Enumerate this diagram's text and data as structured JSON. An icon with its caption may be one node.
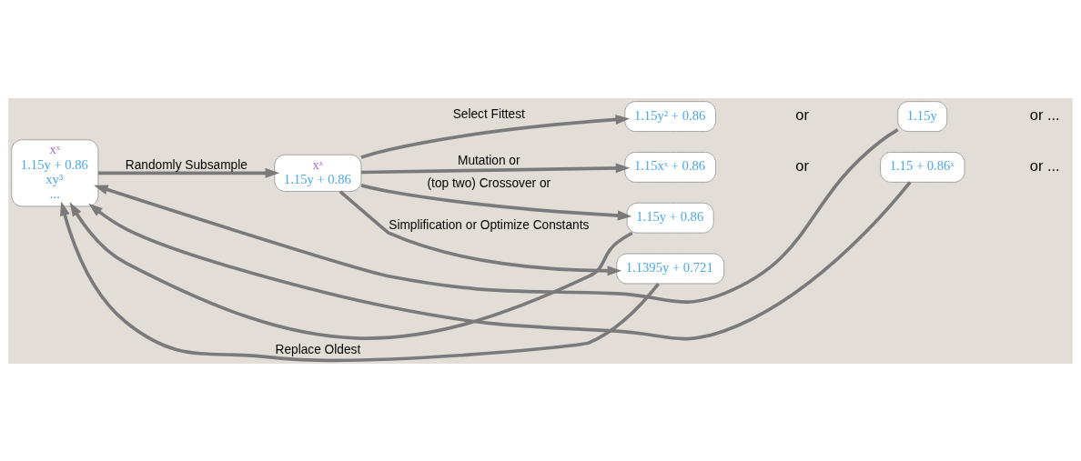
{
  "diagram": {
    "nodes": [
      {
        "text": [
          "xˣ",
          "1.15y + 0.86",
          "xy³",
          "..."
        ]
      },
      {
        "text": [
          "xˣ",
          "1.15y + 0.86"
        ]
      },
      {
        "text": [
          "1.15y² + 0.86"
        ]
      },
      {
        "text": [
          "1.15y"
        ]
      },
      {
        "text": [
          "1.15xˣ + 0.86"
        ]
      },
      {
        "text": [
          "1.15 + 0.86ˣ"
        ]
      },
      {
        "text": [
          "1.15y + 0.86"
        ]
      },
      {
        "text": [
          "1.1395y + 0.721"
        ]
      }
    ],
    "edges": [
      {
        "from": 0,
        "to": 1,
        "arrow": "to",
        "label": "Randomly Subsample"
      },
      {
        "from": 1,
        "to": 2,
        "arrow": "to",
        "label": "Select Fittest"
      },
      {
        "from": 1,
        "to": 4,
        "arrow": "to",
        "label": "Mutation or"
      },
      {
        "from": 1,
        "to": 6,
        "arrow": "to",
        "label": "(top two) Crossover or"
      },
      {
        "from": 1,
        "to": 7,
        "arrow": "to",
        "label": "Simplification or Optimize Constants"
      },
      {
        "from": 3,
        "to": 0,
        "arrow": "to"
      },
      {
        "from": 5,
        "to": 0,
        "arrow": "to"
      },
      {
        "from": 6,
        "to": 0,
        "arrow": "to"
      },
      {
        "from": 7,
        "to": 0,
        "arrow": "to",
        "label": "Replace Oldest"
      }
    ],
    "labels": [
      "or",
      "or ...",
      "or",
      "or ..."
    ]
  }
}
